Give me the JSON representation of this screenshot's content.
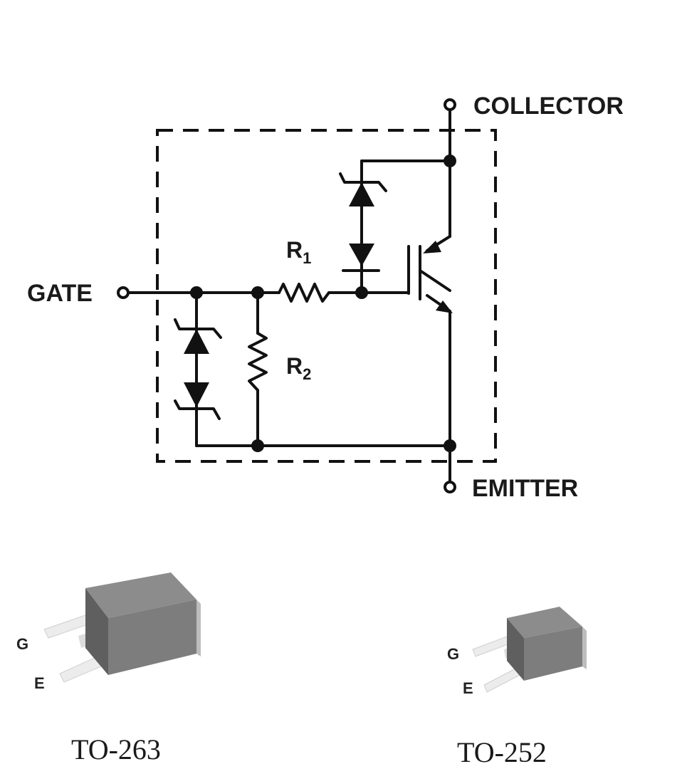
{
  "terminals": {
    "collector": "COLLECTOR",
    "gate": "GATE",
    "emitter": "EMITTER"
  },
  "resistors": {
    "r1": {
      "letter": "R",
      "sub": "1"
    },
    "r2": {
      "letter": "R",
      "sub": "2"
    }
  },
  "packages": [
    {
      "name": "TO-263",
      "pins": [
        "G",
        "E"
      ]
    },
    {
      "name": "TO-252",
      "pins": [
        "G",
        "E"
      ]
    }
  ],
  "colors": {
    "line": "#111111",
    "package_body": "#7d7d7d",
    "package_top": "#8c8c8c",
    "package_side": "#5f5f5f",
    "lead": "#e6e6e6"
  }
}
